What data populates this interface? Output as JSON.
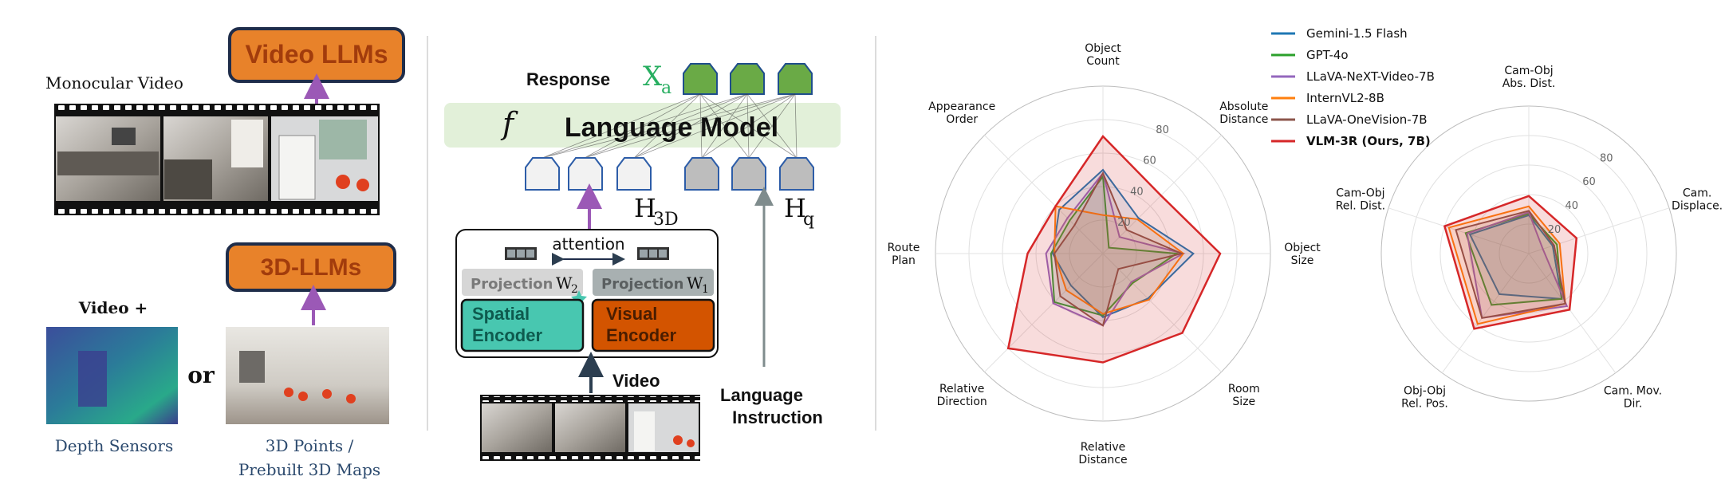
{
  "panel_a": {
    "monocular_label": "Monocular Video",
    "video_llms_label": "Video LLMs",
    "three_d_llms_label": "3D-LLMs",
    "video_plus_label": "Video +",
    "or_label": "or",
    "depth_label": "Depth Sensors",
    "points_label_1": "3D Points /",
    "points_label_2": "Prebuilt 3D Maps"
  },
  "panel_b": {
    "response_label": "Response",
    "xa_main": "X",
    "xa_sub": "a",
    "f_symbol": "f",
    "lm_label": "Language Model",
    "h3d_main": "H",
    "h3d_sub": "3D",
    "hq_main": "H",
    "hq_sub": "q",
    "attention_label": "attention",
    "projection_label": "Projection",
    "w2_main": "W",
    "w2_sub": "2",
    "w1_main": "W",
    "w1_sub": "1",
    "spatial_encoder_1": "Spatial",
    "spatial_encoder_2": "Encoder",
    "visual_encoder_1": "Visual",
    "visual_encoder_2": "Encoder",
    "video_label": "Video",
    "language_label_1": "Language",
    "language_label_2": "Instruction"
  },
  "colors": {
    "orange_box": "#E8822A",
    "green_token": "#6AAA46",
    "spatial_encoder": "#48C7B0",
    "visual_encoder": "#D35400",
    "purple_arrow": "#9B59B6",
    "lm_band": "#E2F0D9"
  },
  "chart_data": [
    {
      "type": "radar",
      "axes": [
        "Object Count",
        "Absolute Distance",
        "Object Size",
        "Room Size",
        "Relative Distance",
        "Relative Direction",
        "Route Plan",
        "Appearance Order"
      ],
      "tick_labels": [
        "20",
        "40",
        "60",
        "80"
      ],
      "rmax": 100,
      "legend_position": "top-right",
      "grid": true,
      "series": [
        {
          "name": "Gemini-1.5 Flash",
          "color": "#1F77B4",
          "values": [
            50,
            30,
            54,
            38,
            38,
            27,
            30,
            37
          ]
        },
        {
          "name": "GPT-4o",
          "color": "#2CA02C",
          "values": [
            46,
            5,
            44,
            25,
            37,
            41,
            31,
            28
          ]
        },
        {
          "name": "LLaVA-NeXT-Video-7B",
          "color": "#9467BD",
          "values": [
            48,
            14,
            48,
            24,
            43,
            42,
            34,
            30
          ]
        },
        {
          "name": "InternVL2-8B",
          "color": "#FF7F0E",
          "values": [
            23,
            29,
            48,
            39,
            36,
            31,
            29,
            40
          ]
        },
        {
          "name": "LLaVA-OneVision-7B",
          "color": "#8C564B",
          "values": [
            48,
            20,
            47,
            13,
            43,
            36,
            29,
            24
          ]
        },
        {
          "name": "VLM-3R (Ours, 7B)",
          "color": "#D62728",
          "values": [
            70,
            49,
            70,
            67,
            65,
            80,
            45,
            40
          ]
        }
      ]
    },
    {
      "type": "radar",
      "axes": [
        "Cam-Obj Abs. Dist.",
        "Cam. Displace.",
        "Cam. Mov. Dir.",
        "Obj-Obj Rel. Pos.",
        "Cam-Obj Rel. Dist."
      ],
      "tick_labels": [
        "20",
        "40",
        "60",
        "80"
      ],
      "rmax": 100,
      "grid": true,
      "series": [
        {
          "name": "Gemini-1.5 Flash",
          "color": "#1F77B4",
          "values": [
            26,
            17,
            38,
            34,
            42
          ]
        },
        {
          "name": "GPT-4o",
          "color": "#2CA02C",
          "values": [
            27,
            20,
            38,
            43,
            45
          ]
        },
        {
          "name": "LLaVA-NeXT-Video-7B",
          "color": "#9467BD",
          "values": [
            28,
            10,
            44,
            54,
            44
          ]
        },
        {
          "name": "InternVL2-8B",
          "color": "#FF7F0E",
          "values": [
            32,
            22,
            42,
            59,
            57
          ]
        },
        {
          "name": "LLaVA-OneVision-7B",
          "color": "#8C564B",
          "values": [
            29,
            18,
            42,
            54,
            52
          ]
        },
        {
          "name": "VLM-3R (Ours, 7B)",
          "color": "#D62728",
          "values": [
            39,
            34,
            47,
            63,
            60
          ]
        }
      ]
    }
  ]
}
